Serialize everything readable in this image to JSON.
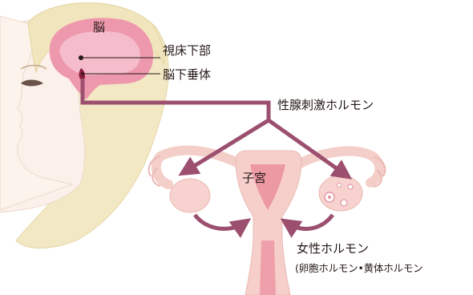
{
  "labels": {
    "brain": "脳",
    "hypothalamus": "視床下部",
    "pituitary": "脳下垂体",
    "gonadotropin": "性腺刺激ホルモン",
    "uterus": "子宮",
    "female_hormone": "女性ホルモン",
    "female_hormone_detail": "(卵胞ホルモン•黄体ホルモン"
  },
  "colors": {
    "arrow": "#9c4f6f",
    "organ_fill": "#f7d2cf",
    "organ_stroke": "#eab8b3",
    "brain_pink": "#ec8aa5",
    "hair": "#f2e6c0",
    "skin": "#fbf0e8"
  }
}
